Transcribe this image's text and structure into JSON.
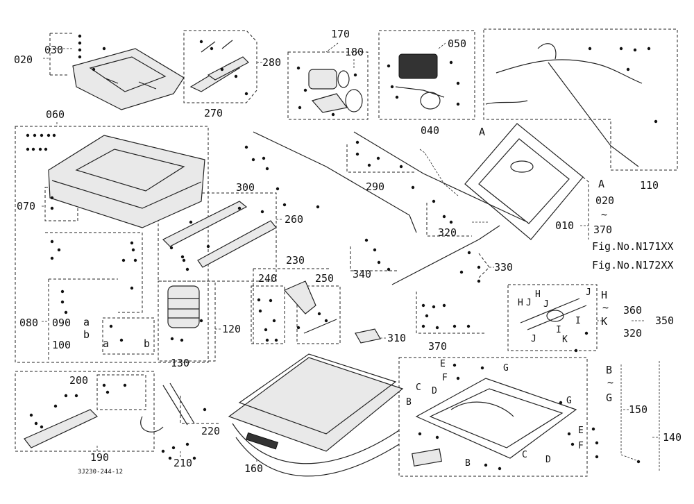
{
  "figure_code": "3J230-244-12",
  "ref_labels": {
    "l020": "020",
    "l030": "030",
    "l280": "280",
    "l270": "270",
    "l170": "170",
    "l180": "180",
    "l050": "050",
    "l040": "040",
    "l110": "110",
    "l060": "060",
    "l070": "070",
    "l080": "080",
    "l090": "090",
    "l100": "100",
    "l300": "300",
    "l290": "290",
    "l260": "260",
    "l320": "320",
    "l330": "330",
    "l340": "340",
    "l230": "230",
    "l240": "240",
    "l250": "250",
    "l120": "120",
    "l130": "130",
    "l310": "310",
    "l370": "370",
    "l350": "350",
    "l360": "360",
    "l320b": "320",
    "l200": "200",
    "l190": "190",
    "l220": "220",
    "l210": "210",
    "l160": "160",
    "l150": "150",
    "l140": "140",
    "l010": "010"
  },
  "assembly_note": {
    "from": "A",
    "range_start": "020",
    "tilde": "~",
    "range_end": "370",
    "fig1": "Fig.No.N171XX",
    "fig2": "Fig.No.N172XX"
  },
  "range_350": {
    "from": "H",
    "tilde": "~",
    "to": "K"
  },
  "range_150": {
    "from": "B",
    "tilde": "~",
    "to": "G"
  },
  "letters": {
    "A": "A",
    "a": "a",
    "b": "b",
    "B": "B",
    "C": "C",
    "D": "D",
    "E": "E",
    "F": "F",
    "G": "G",
    "H": "H",
    "I": "I",
    "J": "J",
    "K": "K"
  }
}
